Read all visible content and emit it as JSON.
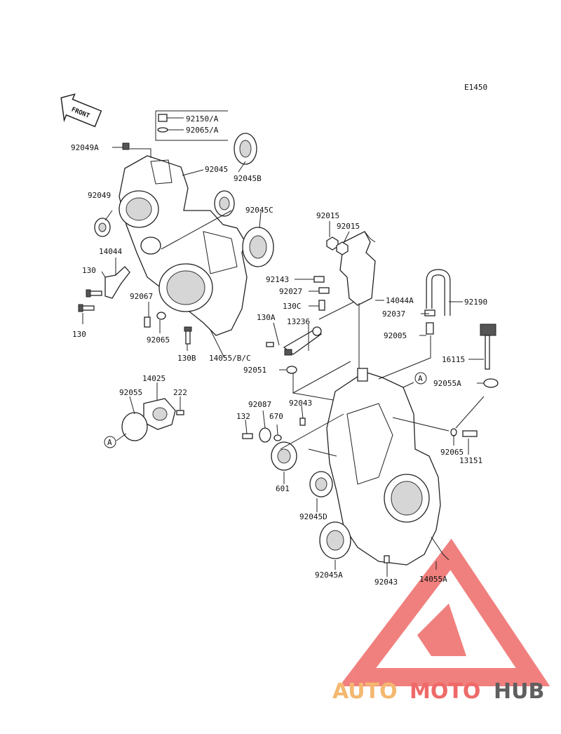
{
  "diagram_code": "E1450",
  "front_arrow_text": "FRONT",
  "labels": {
    "p92150A": "92150/A",
    "p92065A": "92065/A",
    "p92049A": "92049A",
    "p92045": "92045",
    "p92045B": "92045B",
    "p92049": "92049",
    "p92045C": "92045C",
    "p92015a": "92015",
    "p92015b": "92015",
    "p14044": "14044",
    "p130a": "130",
    "p130b": "130",
    "p92143": "92143",
    "p92027": "92027",
    "p130C": "130C",
    "p14044A": "14044A",
    "p92190": "92190",
    "p92037": "92037",
    "p92067": "92067",
    "p130A": "130A",
    "p13236": "13236",
    "p92005": "92005",
    "p92065a": "92065",
    "p130B": "130B",
    "p14055BC": "14055/B/C",
    "p16115": "16115",
    "p92051": "92051",
    "p14025": "14025",
    "p92055": "92055",
    "p222": "222",
    "p92055A": "92055A",
    "p92087": "92087",
    "p92043a": "92043",
    "p132": "132",
    "p670": "670",
    "p92065b": "92065",
    "p13151": "13151",
    "p601": "601",
    "p92045D": "92045D",
    "p92045A": "92045A",
    "p92043b": "92043",
    "p14055A": "14055A"
  },
  "callout_ref": "A",
  "callout_ref_2": "A",
  "watermark": {
    "part1": "AUTO",
    "part2": "MOTO",
    "part3": "HUB",
    "color_light": "#f4b870",
    "color_red": "#ee6a68",
    "color_gray": "#5f5f5f"
  }
}
